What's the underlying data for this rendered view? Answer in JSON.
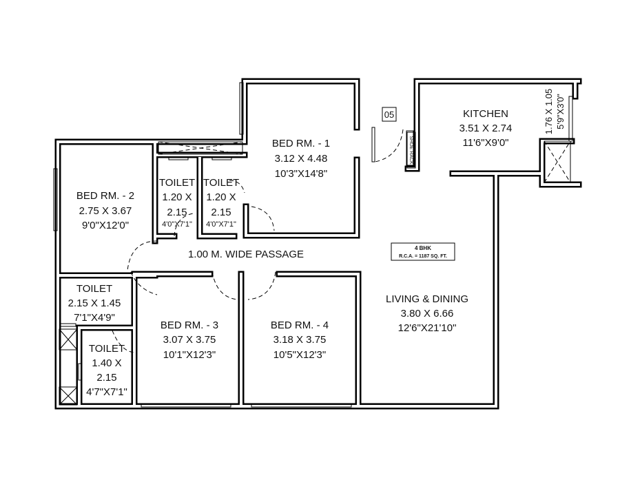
{
  "rooms": {
    "bed1": {
      "name": "BED RM. - 1",
      "metric": "3.12 X 4.48",
      "imperial": "10'3\"X14'8\""
    },
    "bed2": {
      "name": "BED RM. - 2",
      "metric": "2.75 X 3.67",
      "imperial": "9'0\"X12'0\""
    },
    "bed3": {
      "name": "BED RM. - 3",
      "metric": "3.07 X 3.75",
      "imperial": "10'1\"X12'3\""
    },
    "bed4": {
      "name": "BED RM. - 4",
      "metric": "3.18 X 3.75",
      "imperial": "10'5\"X12'3\""
    },
    "toilet_a": {
      "name": "TOILET",
      "metric_1": "1.20 X",
      "metric_2": "2.15",
      "imperial": "4'0\"X7'1\""
    },
    "toilet_b": {
      "name": "TOILET",
      "metric_1": "1.20 X",
      "metric_2": "2.15",
      "imperial": "4'0\"X7'1\""
    },
    "toilet_c": {
      "name": "TOILET",
      "metric": "2.15 X 1.45",
      "imperial": "7'1\"X4'9\""
    },
    "toilet_d": {
      "name": "TOILET",
      "metric_1": "1.40 X",
      "metric_2": "2.15",
      "imperial": "4'7\"X7'1\""
    },
    "kitchen": {
      "name": "KITCHEN",
      "metric": "3.51 X 2.74",
      "imperial": "11'6\"X9'0\""
    },
    "utility": {
      "metric": "1.76 X 1.05",
      "imperial": "5'9\"X3'0\""
    },
    "living": {
      "name": "LIVING & DINING",
      "metric": "3.80 X 6.66",
      "imperial": "12'6\"X21'10\""
    },
    "passage": {
      "name": "1.00 M. WIDE PASSAGE"
    }
  },
  "shoe_rack": "SHOE RACK",
  "unit_number": "05",
  "summary": {
    "type": "4 BHK",
    "area": "R.C.A. = 1187 SQ. FT."
  }
}
